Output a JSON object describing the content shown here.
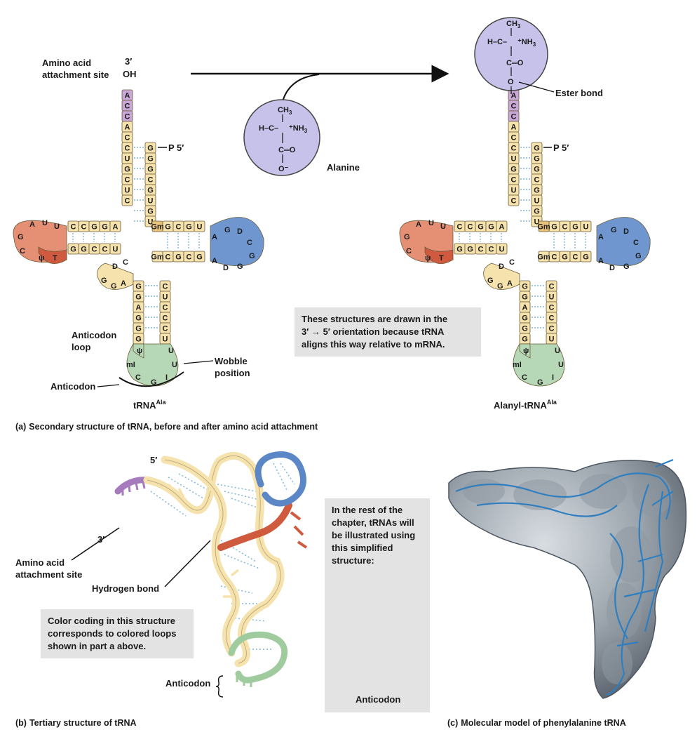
{
  "colors": {
    "stem": "#f6e2ad",
    "acceptor": "#c9a7d6",
    "tpsi_loop": "#e58f75",
    "tpsi_loop_dark": "#d05a3f",
    "d_loop_tertiary": "#e8c27a",
    "variable_loop": "#6f96cf",
    "anticodon_loop": "#b7d8b6",
    "amino_acid_circle": "#c6c2ea",
    "hbond": "#7fb6d8",
    "note_box": "#e3e3e3"
  },
  "panel_a": {
    "left_molecule": {
      "attach_label_1": "Amino acid",
      "attach_label_2": "attachment site",
      "three_prime": "3′",
      "oh": "OH",
      "p_five": "P 5′",
      "acceptor_bases": [
        "A",
        "C",
        "C",
        "A",
        "C",
        "C",
        "U",
        "G",
        "C",
        "U",
        "C"
      ],
      "five_prime_bases": [
        "G",
        "G",
        "G",
        "C",
        "G",
        "U",
        "G",
        "U"
      ],
      "tpsi_arm_top": [
        "A",
        "G",
        "G",
        "C",
        "C",
        "U",
        "U",
        "A"
      ],
      "tpsi_arm_bottom": [
        "T",
        "ψ",
        "G",
        "G",
        "C",
        "C",
        "U"
      ],
      "d_arm_top": [
        "Gm",
        "G",
        "C",
        "G",
        "U",
        "A",
        "G",
        "D"
      ],
      "d_arm_bottom": [
        "Gm",
        "C",
        "G",
        "C",
        "G",
        "A",
        "D",
        "G",
        "C",
        "D"
      ],
      "anticodon_stem_left": [
        "G",
        "G",
        "A",
        "G",
        "G",
        "G"
      ],
      "anticodon_stem_right": [
        "C",
        "U",
        "C",
        "C",
        "C",
        "U"
      ],
      "anticodon_loop": [
        "ψ",
        "mI",
        "C",
        "G",
        "I",
        "U",
        "U"
      ],
      "anticodon_loop_label_1": "Anticodon",
      "anticodon_loop_label_2": "loop",
      "anticodon_label": "Anticodon",
      "wobble_label_1": "Wobble",
      "wobble_label_2": "position",
      "name": "tRNA",
      "name_sup": "Ala"
    },
    "amino_acid": {
      "ch3": "CH",
      "ch3_sub": "3",
      "h_c": "H–C–",
      "nh3": "⁺NH",
      "nh3_sub": "3",
      "co": "C═O",
      "o_minus": "O⁻",
      "name": "Alanine"
    },
    "right_molecule": {
      "ch3": "CH",
      "ch3_sub": "3",
      "h_c": "H–C–",
      "nh3": "⁺NH",
      "nh3_sub": "3",
      "co": "C═O",
      "o": "O",
      "ester_label": "Ester bond",
      "p_five": "P 5′",
      "name": "Alanyl-tRNA",
      "name_sup": "Ala"
    },
    "orientation_note": [
      "These structures are drawn in the",
      "3′ → 5′ orientation because tRNA",
      "aligns this way relative to mRNA."
    ],
    "caption_letter": "(a)",
    "caption": "Secondary structure of tRNA, before and after amino acid attachment"
  },
  "panel_b": {
    "three_prime": "3′",
    "five_prime": "5′",
    "attach_label_1": "Amino acid",
    "attach_label_2": "attachment site",
    "hbond_label": "Hydrogen bond",
    "color_note": [
      "Color coding in this structure",
      "corresponds to colored loops",
      "shown in part a above."
    ],
    "anticodon_label": "Anticodon",
    "caption_letter": "(b)",
    "caption": "Tertiary structure of tRNA"
  },
  "simplified_note": {
    "lines": [
      "In the rest of the",
      "chapter, tRNAs will",
      "be illustrated using",
      "this simplified",
      "structure:"
    ],
    "anticodon_label": "Anticodon"
  },
  "panel_c": {
    "caption_letter": "(c)",
    "caption": "Molecular model of phenylalanine tRNA"
  }
}
